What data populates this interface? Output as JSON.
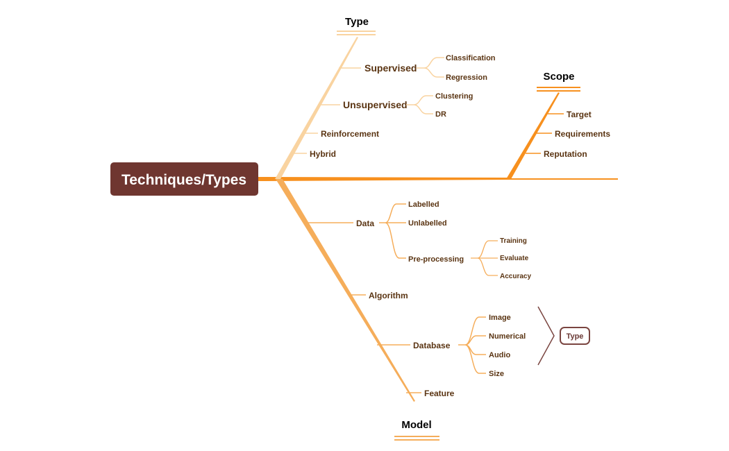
{
  "root": "Techniques/Types",
  "groups": {
    "type": {
      "title": "Type",
      "supervised": {
        "label": "Supervised",
        "items": [
          "Classification",
          "Regression"
        ]
      },
      "unsupervised": {
        "label": "Unsupervised",
        "items": [
          "Clustering",
          "DR"
        ]
      },
      "reinforcement": "Reinforcement",
      "hybrid": "Hybrid"
    },
    "scope": {
      "title": "Scope",
      "items": [
        "Target",
        "Requirements",
        "Reputation"
      ]
    },
    "model": {
      "title": "Model",
      "data": {
        "label": "Data",
        "labelled": "Labelled",
        "unlabelled": "Unlabelled",
        "preprocessing": {
          "label": "Pre-processing",
          "items": [
            "Training",
            "Evaluate",
            "Accuracy"
          ]
        }
      },
      "algorithm": "Algorithm",
      "database": {
        "label": "Database",
        "items": [
          "Image",
          "Numerical",
          "Audio",
          "Size"
        ]
      },
      "feature": "Feature"
    }
  },
  "callout": {
    "label": "Type"
  },
  "colors": {
    "root_fill": "#6f3630",
    "spine": "#f7901e",
    "branch_light": "#f9d3a0",
    "branch_mid": "#f5ad5a",
    "text": "#5a3412"
  }
}
